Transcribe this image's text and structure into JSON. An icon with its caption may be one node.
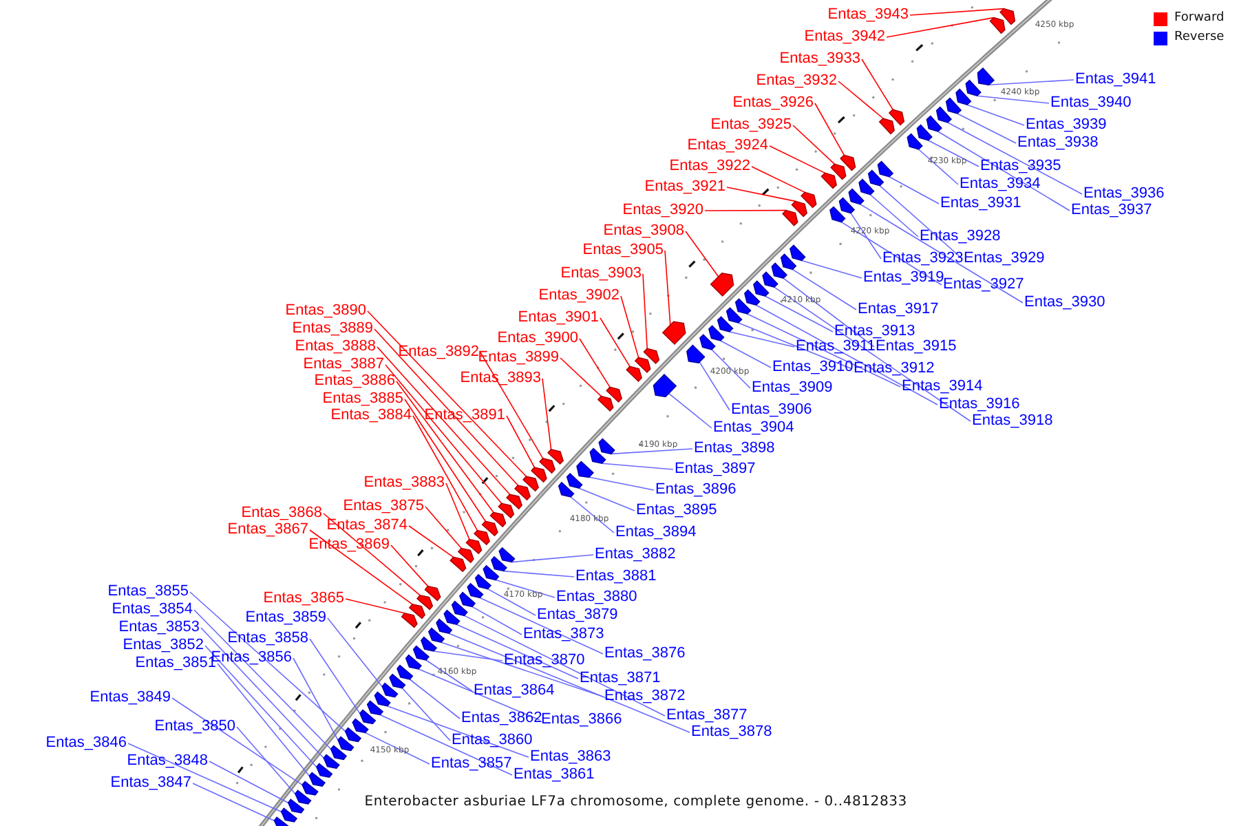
{
  "diagram": {
    "caption": "Enterobacter asburiae LF7a chromosome, complete genome. - 0..4812833",
    "nodes": [
      {
        "text": [
          "Entas_3943"
        ]
      },
      {
        "text": [
          "Entas_3942"
        ]
      },
      {
        "text": [
          "Entas_3941"
        ]
      },
      {
        "text": [
          "Entas_3933"
        ]
      },
      {
        "text": [
          "Entas_3932"
        ]
      },
      {
        "text": [
          "Entas_3940"
        ]
      },
      {
        "text": [
          "Entas_3926"
        ]
      },
      {
        "text": [
          "Entas_3925"
        ]
      },
      {
        "text": [
          "Entas_3939"
        ]
      },
      {
        "text": [
          "Entas_3938"
        ]
      },
      {
        "text": [
          "Entas_3924"
        ]
      },
      {
        "text": [
          "Entas_3922"
        ]
      },
      {
        "text": [
          "Entas_3935"
        ]
      },
      {
        "text": [
          "Entas_3921"
        ]
      },
      {
        "text": [
          "Entas_3934"
        ]
      },
      {
        "text": [
          "Entas_3936"
        ]
      },
      {
        "text": [
          "Entas_3931"
        ]
      },
      {
        "text": [
          "Entas_3920"
        ]
      },
      {
        "text": [
          "Entas_3937"
        ]
      },
      {
        "text": [
          "Entas_3908"
        ]
      },
      {
        "text": [
          "Entas_3928"
        ]
      },
      {
        "text": [
          "Entas_3905"
        ]
      },
      {
        "text": [
          "Entas_3923"
        ]
      },
      {
        "text": [
          "Entas_3929"
        ]
      },
      {
        "text": [
          "Entas_3903"
        ]
      },
      {
        "text": [
          "Entas_3919"
        ]
      },
      {
        "text": [
          "Entas_3927"
        ]
      },
      {
        "text": [
          "Entas_3902"
        ]
      },
      {
        "text": [
          "Entas_3930"
        ]
      },
      {
        "text": [
          "Entas_3917"
        ]
      },
      {
        "text": [
          "Entas_3890"
        ]
      },
      {
        "text": [
          "Entas_3901"
        ]
      },
      {
        "text": [
          "Entas_3889"
        ]
      },
      {
        "text": [
          "Entas_3913"
        ]
      },
      {
        "text": [
          "Entas_3900"
        ]
      },
      {
        "text": [
          "Entas_3888"
        ]
      },
      {
        "text": [
          "Entas_3911"
        ]
      },
      {
        "text": [
          "Entas_3915"
        ]
      },
      {
        "text": [
          "Entas_3892"
        ]
      },
      {
        "text": [
          "Entas_3899"
        ]
      },
      {
        "text": [
          "Entas_3887"
        ]
      },
      {
        "text": [
          "Entas_3910"
        ]
      },
      {
        "text": [
          "Entas_3912"
        ]
      },
      {
        "text": [
          "Entas_3893"
        ]
      },
      {
        "text": [
          "Entas_3886"
        ]
      },
      {
        "text": [
          "Entas_3909"
        ]
      },
      {
        "text": [
          "Entas_3914"
        ]
      },
      {
        "text": [
          "Entas_3885"
        ]
      },
      {
        "text": [
          "Entas_3916"
        ]
      },
      {
        "text": [
          "Entas_3906"
        ]
      },
      {
        "text": [
          "Entas_3884"
        ]
      },
      {
        "text": [
          "Entas_3891"
        ]
      },
      {
        "text": [
          "Entas_3918"
        ]
      },
      {
        "text": [
          "Entas_3904"
        ]
      },
      {
        "text": [
          "Entas_3898"
        ]
      },
      {
        "text": [
          "Entas_3897"
        ]
      },
      {
        "text": [
          "Entas_3883"
        ]
      },
      {
        "text": [
          "Entas_3896"
        ]
      },
      {
        "text": [
          "Entas_3875"
        ]
      },
      {
        "text": [
          "Entas_3868"
        ]
      },
      {
        "text": [
          "Entas_3895"
        ]
      },
      {
        "text": [
          "Entas_3874"
        ]
      },
      {
        "text": [
          "Entas_3867"
        ]
      },
      {
        "text": [
          "Entas_3894"
        ]
      },
      {
        "text": [
          "Entas_3869"
        ]
      },
      {
        "text": [
          "Entas_3882"
        ]
      },
      {
        "text": [
          "Entas_3881"
        ]
      },
      {
        "text": [
          "Entas_3855"
        ]
      },
      {
        "text": [
          "Entas_3880"
        ]
      },
      {
        "text": [
          "Entas_3865"
        ]
      },
      {
        "text": [
          "Entas_3854"
        ]
      },
      {
        "text": [
          "Entas_3879"
        ]
      },
      {
        "text": [
          "Entas_3859"
        ]
      },
      {
        "text": [
          "Entas_3853"
        ]
      },
      {
        "text": [
          "Entas_3873"
        ]
      },
      {
        "text": [
          "Entas_3858"
        ]
      },
      {
        "text": [
          "Entas_3852"
        ]
      },
      {
        "text": [
          "Entas_3856"
        ]
      },
      {
        "text": [
          "Entas_3876"
        ]
      },
      {
        "text": [
          "Entas_3870"
        ]
      },
      {
        "text": [
          "Entas_3851"
        ]
      },
      {
        "text": [
          "Entas_3871"
        ]
      },
      {
        "text": [
          "Entas_3864"
        ]
      },
      {
        "text": [
          "Entas_3872"
        ]
      },
      {
        "text": [
          "Entas_3849"
        ]
      },
      {
        "text": [
          "Entas_3877"
        ]
      },
      {
        "text": [
          "Entas_3862"
        ]
      },
      {
        "text": [
          "Entas_3866"
        ]
      },
      {
        "text": [
          "Entas_3850"
        ]
      },
      {
        "text": [
          "Entas_3878"
        ]
      },
      {
        "text": [
          "Entas_3860"
        ]
      },
      {
        "text": [
          "Entas_3846"
        ]
      },
      {
        "text": [
          "Entas_3863"
        ]
      },
      {
        "text": [
          "Entas_3848"
        ]
      },
      {
        "text": [
          "Entas_3857"
        ]
      },
      {
        "text": [
          "Entas_3861"
        ]
      },
      {
        "text": [
          "Entas_3847"
        ]
      },
      {
        "text": [],
        "shape": "block"
      },
      {
        "text": [],
        "shape": "block"
      },
      {
        "text": [],
        "shape": "block"
      },
      {
        "text": [],
        "shape": "block"
      },
      {
        "text": [],
        "shape": "block"
      },
      {
        "text": [],
        "shape": "block"
      },
      {
        "text": [],
        "shape": "block"
      },
      {
        "text": [],
        "shape": "block"
      },
      {
        "text": [],
        "shape": "block"
      },
      {
        "text": [],
        "shape": "block"
      },
      {
        "text": [],
        "shape": "block"
      },
      {
        "text": [],
        "shape": "block"
      },
      {
        "text": [],
        "shape": "block"
      },
      {
        "text": [],
        "shape": "block"
      },
      {
        "text": [],
        "shape": "block"
      },
      {
        "text": [],
        "shape": "block"
      },
      {
        "text": [],
        "shape": "block"
      },
      {
        "text": [],
        "shape": "block"
      },
      {
        "text": [],
        "shape": "block"
      },
      {
        "text": [],
        "shape": "block"
      },
      {
        "text": [],
        "shape": "block"
      },
      {
        "text": [],
        "shape": "block"
      },
      {
        "text": [],
        "shape": "block"
      },
      {
        "text": [],
        "shape": "block"
      },
      {
        "text": [],
        "shape": "block"
      },
      {
        "text": [],
        "shape": "block"
      },
      {
        "text": [],
        "shape": "block"
      },
      {
        "text": [],
        "shape": "block"
      },
      {
        "text": [],
        "shape": "block"
      },
      {
        "text": [],
        "shape": "block"
      },
      {
        "text": [],
        "shape": "block"
      },
      {
        "text": [],
        "shape": "block"
      },
      {
        "text": [],
        "shape": "block"
      },
      {
        "text": [],
        "shape": "block"
      },
      {
        "text": [],
        "shape": "block"
      },
      {
        "text": [],
        "shape": "block"
      },
      {
        "text": [],
        "shape": "block"
      },
      {
        "text": [],
        "shape": "block"
      },
      {
        "text": [],
        "shape": "block"
      },
      {
        "text": [],
        "shape": "block"
      },
      {
        "text": [],
        "shape": "block"
      },
      {
        "text": [],
        "shape": "block"
      },
      {
        "text": [],
        "shape": "block"
      },
      {
        "text": [],
        "shape": "block"
      },
      {
        "text": [],
        "shape": "block"
      },
      {
        "text": [],
        "shape": "block"
      },
      {
        "text": [],
        "shape": "block"
      },
      {
        "text": [],
        "shape": "block"
      },
      {
        "text": [],
        "shape": "block"
      },
      {
        "text": [],
        "shape": "block"
      },
      {
        "text": [],
        "shape": "block"
      },
      {
        "text": [],
        "shape": "block"
      },
      {
        "text": [],
        "shape": "block"
      },
      {
        "text": [],
        "shape": "block"
      },
      {
        "text": [],
        "shape": "block"
      },
      {
        "text": [],
        "shape": "block"
      },
      {
        "text": [],
        "shape": "block"
      },
      {
        "text": [],
        "shape": "block"
      },
      {
        "text": [],
        "shape": "block"
      },
      {
        "text": [],
        "shape": "block"
      },
      {
        "text": [],
        "shape": "block"
      },
      {
        "text": [],
        "shape": "block"
      },
      {
        "text": [],
        "shape": "block"
      },
      {
        "text": [],
        "shape": "block"
      },
      {
        "text": [],
        "shape": "block"
      },
      {
        "text": [],
        "shape": "block"
      },
      {
        "text": [],
        "shape": "block"
      },
      {
        "text": [],
        "shape": "block"
      },
      {
        "text": [],
        "shape": "block"
      },
      {
        "text": [],
        "shape": "block"
      },
      {
        "text": [],
        "shape": "block"
      },
      {
        "text": [],
        "shape": "block"
      },
      {
        "text": [],
        "shape": "block"
      },
      {
        "text": [],
        "shape": "block"
      },
      {
        "text": [],
        "shape": "block"
      },
      {
        "text": [],
        "shape": "block"
      },
      {
        "text": [],
        "shape": "block"
      },
      {
        "text": [],
        "shape": "block"
      },
      {
        "text": [],
        "shape": "block"
      },
      {
        "text": [],
        "shape": "block"
      },
      {
        "text": [],
        "shape": "block"
      },
      {
        "text": [],
        "shape": "block"
      },
      {
        "text": [],
        "shape": "block"
      },
      {
        "text": [],
        "shape": "block"
      },
      {
        "text": [],
        "shape": "block"
      },
      {
        "text": [],
        "shape": "block"
      },
      {
        "text": [],
        "shape": "block"
      },
      {
        "text": [],
        "shape": "block"
      },
      {
        "text": [],
        "shape": "block"
      },
      {
        "text": [],
        "shape": "block"
      },
      {
        "text": [],
        "shape": "block"
      },
      {
        "text": [],
        "shape": "block"
      },
      {
        "text": [],
        "shape": "block"
      },
      {
        "text": [],
        "shape": "block"
      },
      {
        "text": [],
        "shape": "block"
      },
      {
        "text": [],
        "shape": "block"
      },
      {
        "text": [],
        "shape": "block"
      }
    ],
    "edges": [
      {
        "from": 0,
        "to": 97,
        "arrow": "none",
        "color": "#ff0000"
      },
      {
        "from": 1,
        "to": 98,
        "arrow": "none",
        "color": "#ff0000"
      },
      {
        "from": 2,
        "to": 99,
        "arrow": "none"
      },
      {
        "from": 3,
        "to": 100,
        "arrow": "none",
        "color": "#ff0000"
      },
      {
        "from": 4,
        "to": 101,
        "arrow": "none",
        "color": "#ff0000"
      },
      {
        "from": 5,
        "to": 102,
        "arrow": "none"
      },
      {
        "from": 6,
        "to": 103,
        "arrow": "none",
        "color": "#ff0000"
      },
      {
        "from": 7,
        "to": 104,
        "arrow": "none",
        "color": "#ff0000"
      },
      {
        "from": 8,
        "to": 105,
        "arrow": "none"
      },
      {
        "from": 9,
        "to": 106,
        "arrow": "none"
      },
      {
        "from": 10,
        "to": 107,
        "arrow": "none",
        "color": "#ff0000"
      },
      {
        "from": 11,
        "to": 108,
        "arrow": "none",
        "color": "#ff0000"
      },
      {
        "from": 12,
        "to": 109,
        "arrow": "none"
      },
      {
        "from": 13,
        "to": 110,
        "arrow": "none",
        "color": "#ff0000"
      },
      {
        "from": 14,
        "to": 111,
        "arrow": "none"
      },
      {
        "from": 15,
        "to": 112,
        "arrow": "none"
      },
      {
        "from": 16,
        "to": 113,
        "arrow": "none"
      },
      {
        "from": 17,
        "to": 114,
        "arrow": "none",
        "color": "#ff0000"
      },
      {
        "from": 18,
        "to": 115,
        "arrow": "none"
      },
      {
        "from": 19,
        "to": 116,
        "arrow": "none",
        "color": "#ff0000"
      },
      {
        "from": 20,
        "to": 117,
        "arrow": "none"
      },
      {
        "from": 21,
        "to": 118,
        "arrow": "none",
        "color": "#ff0000"
      },
      {
        "from": 22,
        "to": 119,
        "arrow": "none"
      },
      {
        "from": 23,
        "to": 120,
        "arrow": "none"
      },
      {
        "from": 24,
        "to": 121,
        "arrow": "none",
        "color": "#ff0000"
      },
      {
        "from": 25,
        "to": 122,
        "arrow": "none"
      },
      {
        "from": 26,
        "to": 123,
        "arrow": "none"
      },
      {
        "from": 27,
        "to": 124,
        "arrow": "none",
        "color": "#ff0000"
      },
      {
        "from": 28,
        "to": 125,
        "arrow": "none"
      },
      {
        "from": 29,
        "to": 126,
        "arrow": "none"
      },
      {
        "from": 30,
        "to": 127,
        "arrow": "none",
        "color": "#ff0000"
      },
      {
        "from": 31,
        "to": 128,
        "arrow": "none",
        "color": "#ff0000"
      },
      {
        "from": 32,
        "to": 129,
        "arrow": "none",
        "color": "#ff0000"
      },
      {
        "from": 33,
        "to": 130,
        "arrow": "none"
      },
      {
        "from": 34,
        "to": 131,
        "arrow": "none",
        "color": "#ff0000"
      },
      {
        "from": 35,
        "to": 132,
        "arrow": "none",
        "color": "#ff0000"
      },
      {
        "from": 36,
        "to": 133,
        "arrow": "none"
      },
      {
        "from": 37,
        "to": 134,
        "arrow": "none"
      },
      {
        "from": 38,
        "to": 135,
        "arrow": "none",
        "color": "#ff0000"
      },
      {
        "from": 39,
        "to": 136,
        "arrow": "none",
        "color": "#ff0000"
      },
      {
        "from": 40,
        "to": 137,
        "arrow": "none",
        "color": "#ff0000"
      },
      {
        "from": 41,
        "to": 138,
        "arrow": "none"
      },
      {
        "from": 42,
        "to": 139,
        "arrow": "none"
      },
      {
        "from": 43,
        "to": 140,
        "arrow": "none",
        "color": "#ff0000"
      },
      {
        "from": 44,
        "to": 141,
        "arrow": "none",
        "color": "#ff0000"
      },
      {
        "from": 45,
        "to": 142,
        "arrow": "none"
      },
      {
        "from": 46,
        "to": 143,
        "arrow": "none"
      },
      {
        "from": 47,
        "to": 144,
        "arrow": "none",
        "color": "#ff0000"
      },
      {
        "from": 48,
        "to": 145,
        "arrow": "none"
      },
      {
        "from": 49,
        "to": 146,
        "arrow": "none"
      },
      {
        "from": 50,
        "to": 147,
        "arrow": "none",
        "color": "#ff0000"
      },
      {
        "from": 51,
        "to": 148,
        "arrow": "none",
        "color": "#ff0000"
      },
      {
        "from": 52,
        "to": 149,
        "arrow": "none"
      },
      {
        "from": 53,
        "to": 150,
        "arrow": "none"
      },
      {
        "from": 54,
        "to": 151,
        "arrow": "none"
      },
      {
        "from": 55,
        "to": 152,
        "arrow": "none"
      },
      {
        "from": 56,
        "to": 153,
        "arrow": "none",
        "color": "#ff0000"
      },
      {
        "from": 57,
        "to": 154,
        "arrow": "none"
      },
      {
        "from": 58,
        "to": 155,
        "arrow": "none",
        "color": "#ff0000"
      },
      {
        "from": 59,
        "to": 156,
        "arrow": "none",
        "color": "#ff0000"
      },
      {
        "from": 60,
        "to": 157,
        "arrow": "none"
      },
      {
        "from": 61,
        "to": 158,
        "arrow": "none",
        "color": "#ff0000"
      },
      {
        "from": 62,
        "to": 159,
        "arrow": "none",
        "color": "#ff0000"
      },
      {
        "from": 63,
        "to": 160,
        "arrow": "none"
      },
      {
        "from": 64,
        "to": 161,
        "arrow": "none",
        "color": "#ff0000"
      },
      {
        "from": 65,
        "to": 162,
        "arrow": "none"
      },
      {
        "from": 66,
        "to": 163,
        "arrow": "none"
      },
      {
        "from": 67,
        "to": 164,
        "arrow": "none"
      },
      {
        "from": 68,
        "to": 165,
        "arrow": "none"
      },
      {
        "from": 69,
        "to": 166,
        "arrow": "none",
        "color": "#ff0000"
      },
      {
        "from": 70,
        "to": 167,
        "arrow": "none"
      },
      {
        "from": 71,
        "to": 168,
        "arrow": "none"
      },
      {
        "from": 72,
        "to": 169,
        "arrow": "none"
      },
      {
        "from": 73,
        "to": 170,
        "arrow": "none"
      },
      {
        "from": 74,
        "to": 171,
        "arrow": "none"
      },
      {
        "from": 75,
        "to": 172,
        "arrow": "none"
      },
      {
        "from": 76,
        "to": 173,
        "arrow": "none"
      },
      {
        "from": 77,
        "to": 174,
        "arrow": "none"
      },
      {
        "from": 78,
        "to": 175,
        "arrow": "none"
      },
      {
        "from": 79,
        "to": 176,
        "arrow": "none"
      },
      {
        "from": 80,
        "to": 177,
        "arrow": "none"
      },
      {
        "from": 81,
        "to": 178,
        "arrow": "none"
      },
      {
        "from": 82,
        "to": 179,
        "arrow": "none"
      },
      {
        "from": 83,
        "to": 180,
        "arrow": "none"
      },
      {
        "from": 84,
        "to": 181,
        "arrow": "none"
      },
      {
        "from": 85,
        "to": 182,
        "arrow": "none"
      },
      {
        "from": 86,
        "to": 183,
        "arrow": "none"
      },
      {
        "from": 87,
        "to": 184,
        "arrow": "none"
      },
      {
        "from": 88,
        "to": 185,
        "arrow": "none"
      },
      {
        "from": 89,
        "to": 186,
        "arrow": "none"
      },
      {
        "from": 90,
        "to": 187,
        "arrow": "none"
      },
      {
        "from": 91,
        "to": 188,
        "arrow": "none"
      },
      {
        "from": 92,
        "to": 189,
        "arrow": "none"
      },
      {
        "from": 93,
        "to": 190,
        "arrow": "none"
      },
      {
        "from": 94,
        "to": 191,
        "arrow": "none"
      },
      {
        "from": 95,
        "to": 192,
        "arrow": "none"
      },
      {
        "from": 96,
        "to": 193,
        "arrow": "none"
      }
    ],
    "labels": [
      "4250 kbp",
      "4240 kbp",
      "4230 kbp",
      "4220 kbp",
      "4210 kbp",
      "4200 kbp",
      "4190 kbp",
      "4180 kbp",
      "4170 kbp",
      "4160 kbp",
      "4150 kbp"
    ],
    "legend": [
      {
        "text": "Forward",
        "color": "#ff0000"
      },
      {
        "text": "Reverse",
        "color": "#0000ff"
      }
    ]
  }
}
